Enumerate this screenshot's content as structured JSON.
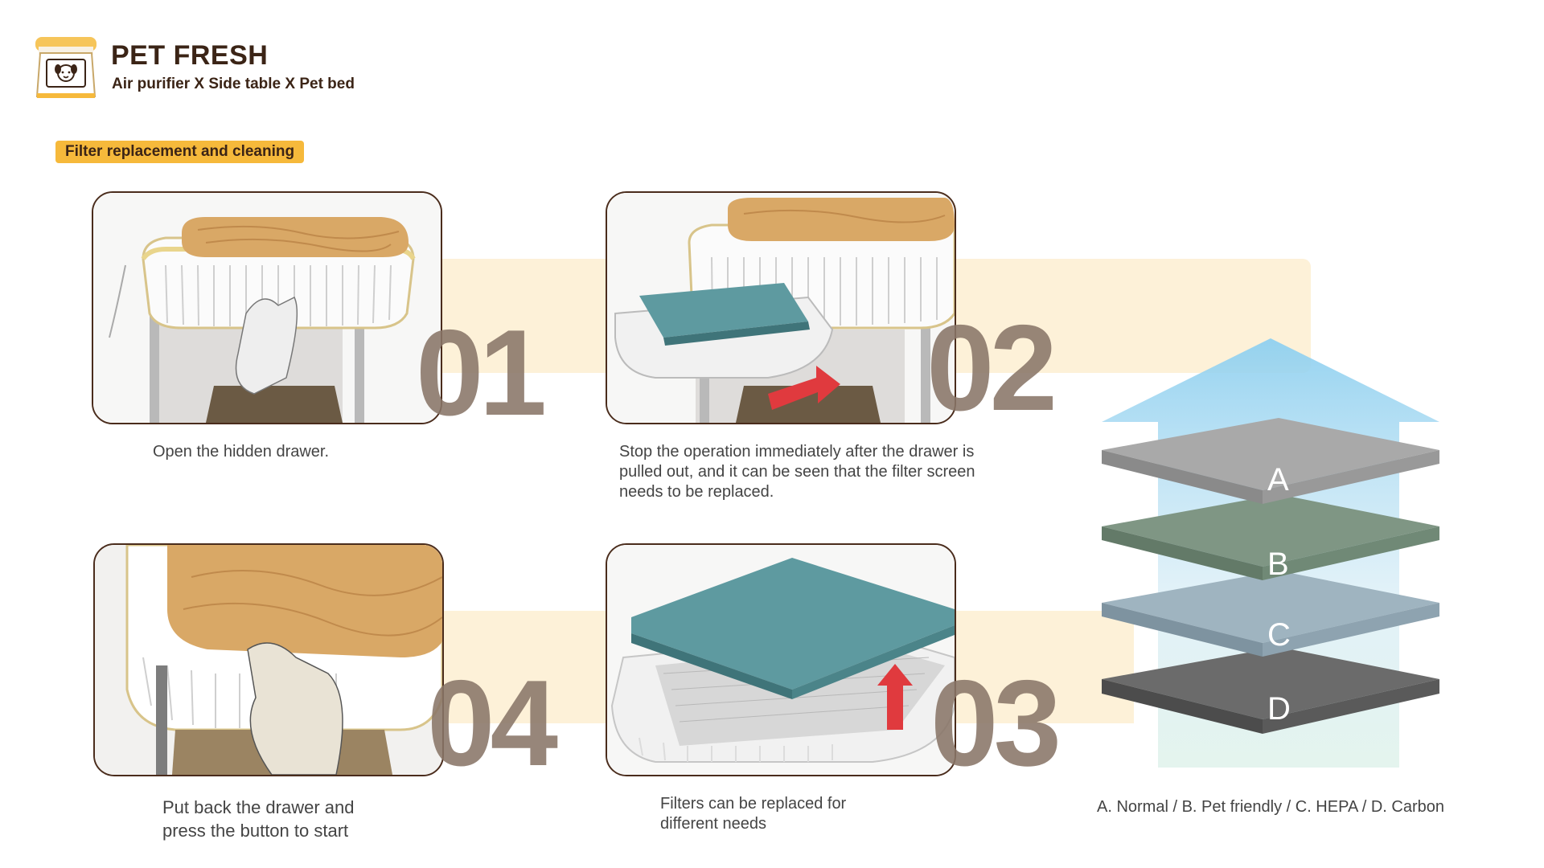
{
  "brand": {
    "title": "PET FRESH",
    "subtitle": "Air purifier X Side table X Pet bed",
    "logo_icon": "pet-face-icon"
  },
  "section": {
    "badge": "Filter replacement and cleaning"
  },
  "steps": [
    {
      "number": "01",
      "caption": "Open the hidden drawer."
    },
    {
      "number": "02",
      "caption": "Stop the operation immediately after the drawer is pulled out, and it can be seen that the filter screen needs to be replaced."
    },
    {
      "number": "03",
      "caption": "Filters can be replaced for different needs"
    },
    {
      "number": "04",
      "caption": "Put back the drawer and press the button to start"
    }
  ],
  "filter_layers": {
    "labels": [
      "A",
      "B",
      "C",
      "D"
    ],
    "legend": "A. Normal / B. Pet friendly / C. HEPA / D. Carbon"
  },
  "colors": {
    "accent": "#f6b93b",
    "band": "#fdf1d8",
    "brand_text": "#3b2416",
    "step_number": "#897568",
    "filter_teal": "#5e9aa0",
    "arrow_red": "#e03a3e"
  }
}
